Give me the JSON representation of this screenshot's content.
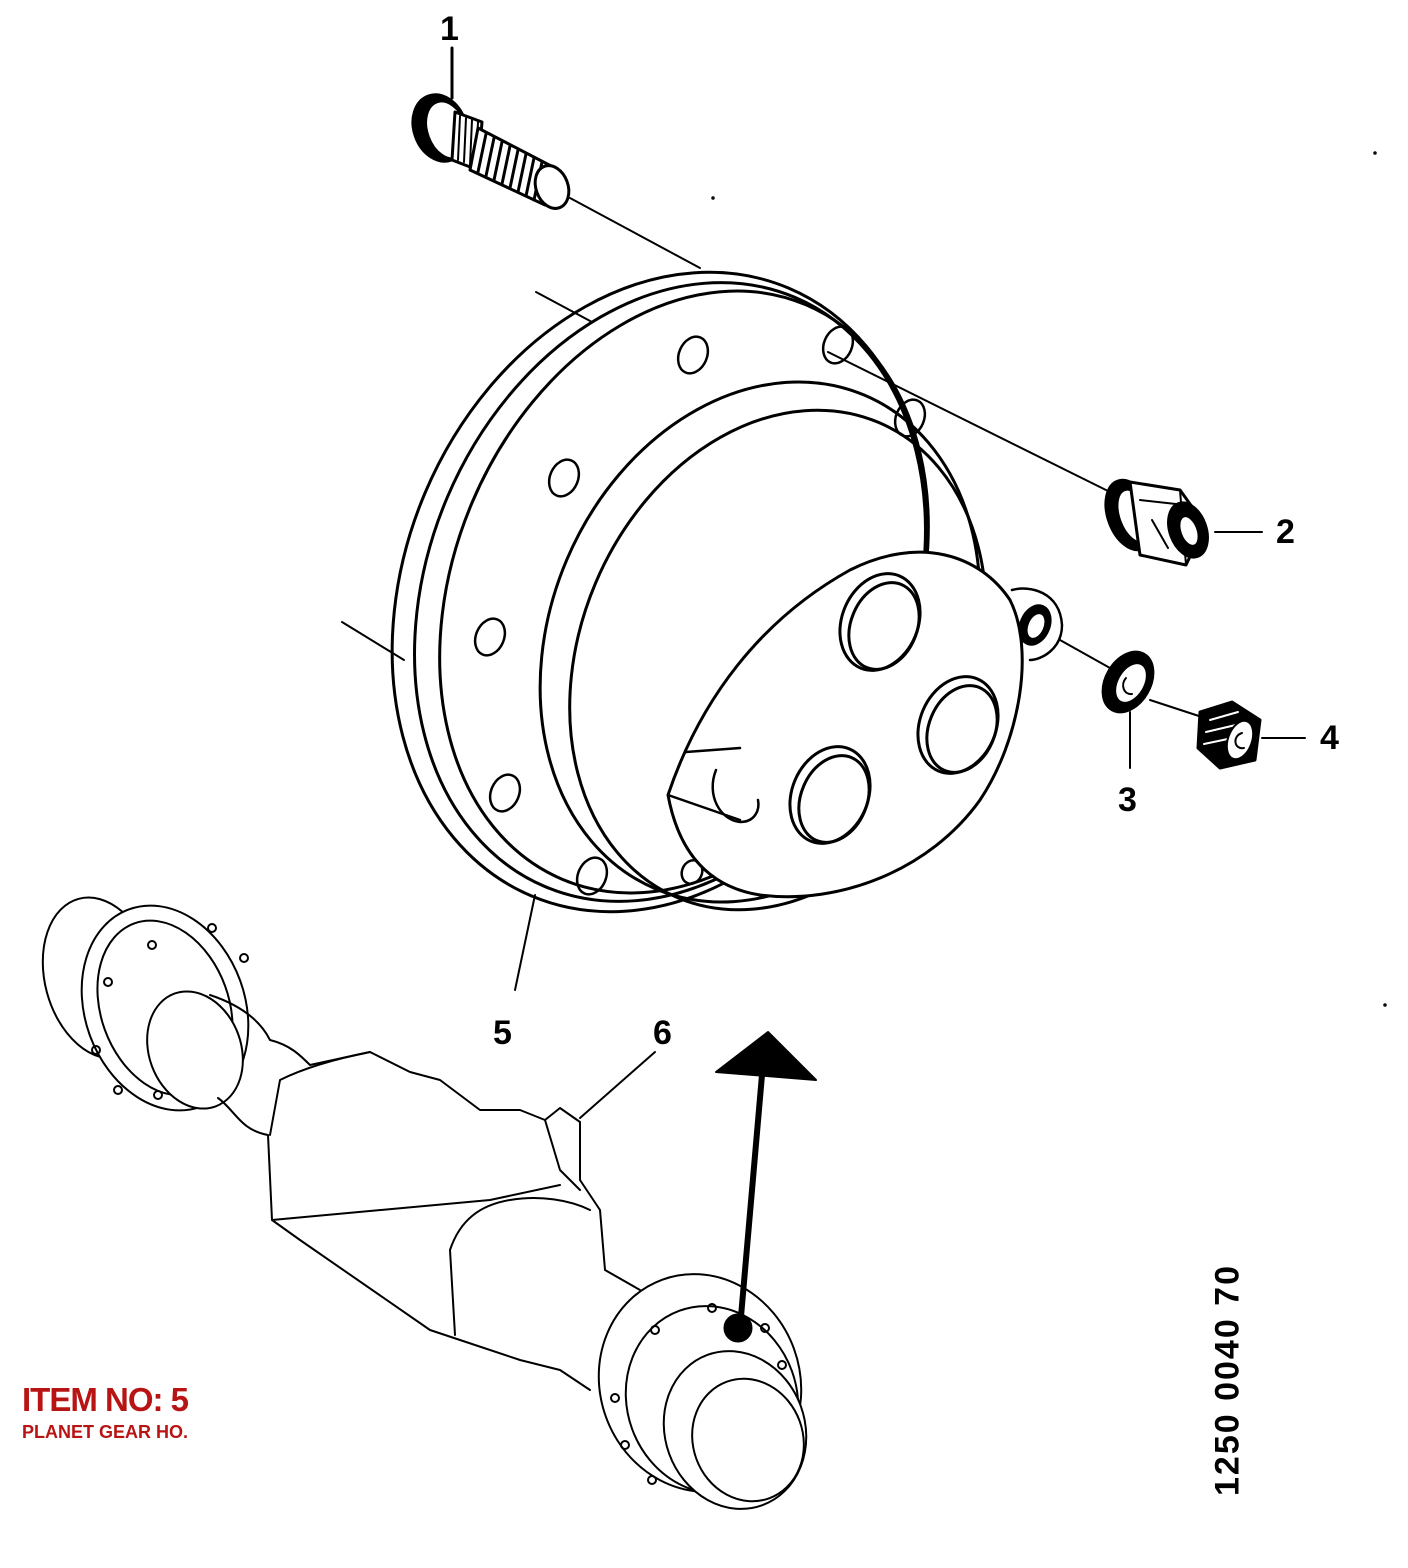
{
  "callouts": {
    "1": "1",
    "2": "2",
    "3": "3",
    "4": "4",
    "5": "5",
    "6": "6"
  },
  "item": {
    "title": "ITEM NO: 5",
    "description": "PLANET GEAR HO."
  },
  "reference_number": "1250 0040 70",
  "colors": {
    "line": "#000000",
    "item_label": "#b81414",
    "background": "#ffffff"
  },
  "parts": [
    {
      "callout": "1",
      "name": "wheel-stud"
    },
    {
      "callout": "2",
      "name": "wheel-nut"
    },
    {
      "callout": "3",
      "name": "washer"
    },
    {
      "callout": "4",
      "name": "plug"
    },
    {
      "callout": "5",
      "name": "planet-gear-housing"
    },
    {
      "callout": "6",
      "name": "axle-assembly"
    }
  ]
}
